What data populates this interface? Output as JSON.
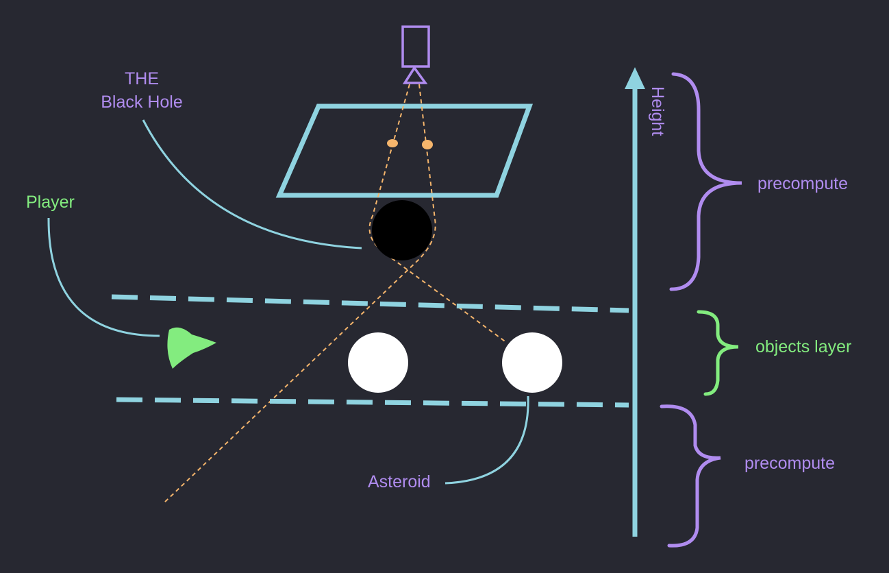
{
  "colors": {
    "background": "#272831",
    "cyan": "#8fd3e0",
    "purple": "#b08cef",
    "green": "#83ec7f",
    "orange": "#f5b56c",
    "white": "#ffffff",
    "black": "#000000"
  },
  "labels": {
    "black_hole_line1": "THE",
    "black_hole_line2": "Black Hole",
    "player": "Player",
    "asteroid": "Asteroid",
    "height": "Height",
    "precompute_top": "precompute",
    "objects_layer": "objects layer",
    "precompute_bottom": "precompute"
  },
  "icons": {
    "camera": "camera-icon",
    "player_ship": "ship-icon"
  }
}
